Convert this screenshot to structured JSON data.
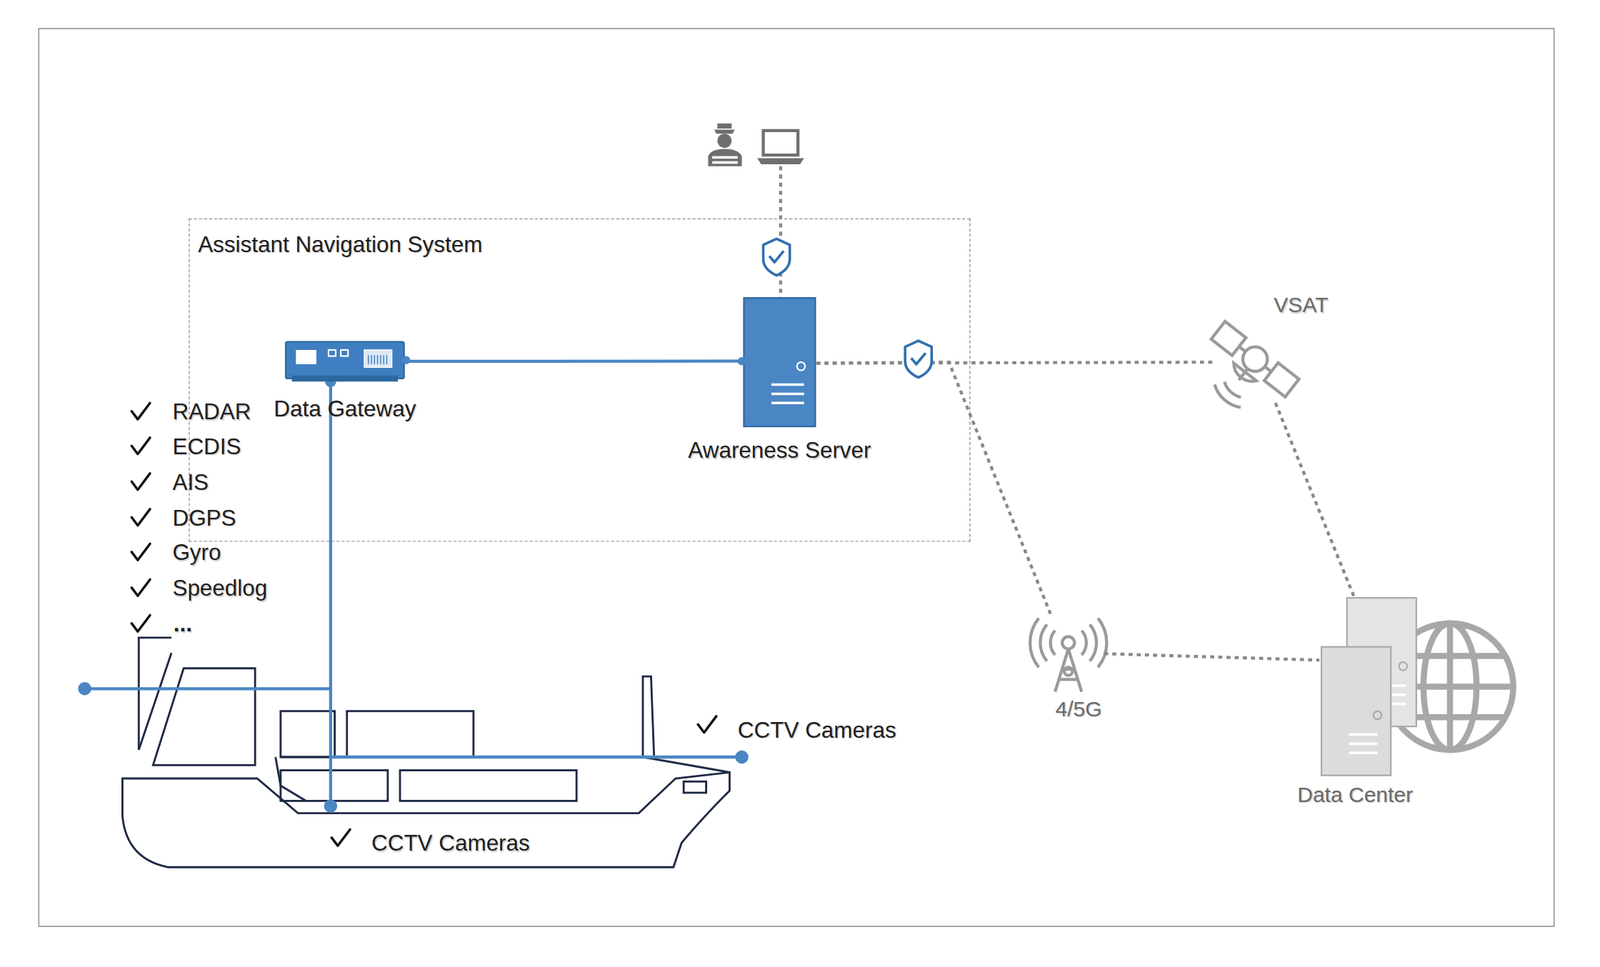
{
  "diagram": {
    "nodes": [
      {
        "text": [
          "Assistant Navigation System"
        ]
      },
      {
        "text": [
          "Data Gateway"
        ],
        "in": 0
      },
      {
        "text": [
          "Awareness Server"
        ],
        "in": 0
      },
      {
        "text": [
          "VSAT"
        ]
      },
      {
        "text": [
          "4/5G"
        ]
      },
      {
        "text": [
          "Data Center"
        ]
      }
    ],
    "edges": [
      {
        "from": 1,
        "to": 2,
        "arrow": "none"
      },
      {
        "from": 2,
        "to": 3,
        "arrow": "none"
      },
      {
        "from": 2,
        "to": 4,
        "arrow": "none"
      },
      {
        "from": 3,
        "to": 5,
        "arrow": "none"
      },
      {
        "from": 4,
        "to": 5,
        "arrow": "none"
      }
    ],
    "labels": [
      "RADAR",
      "ECDIS",
      "AIS",
      "DGPS",
      "Gyro",
      "Speedlog",
      "...",
      "CCTV Cameras",
      "CCTV Cameras"
    ]
  }
}
